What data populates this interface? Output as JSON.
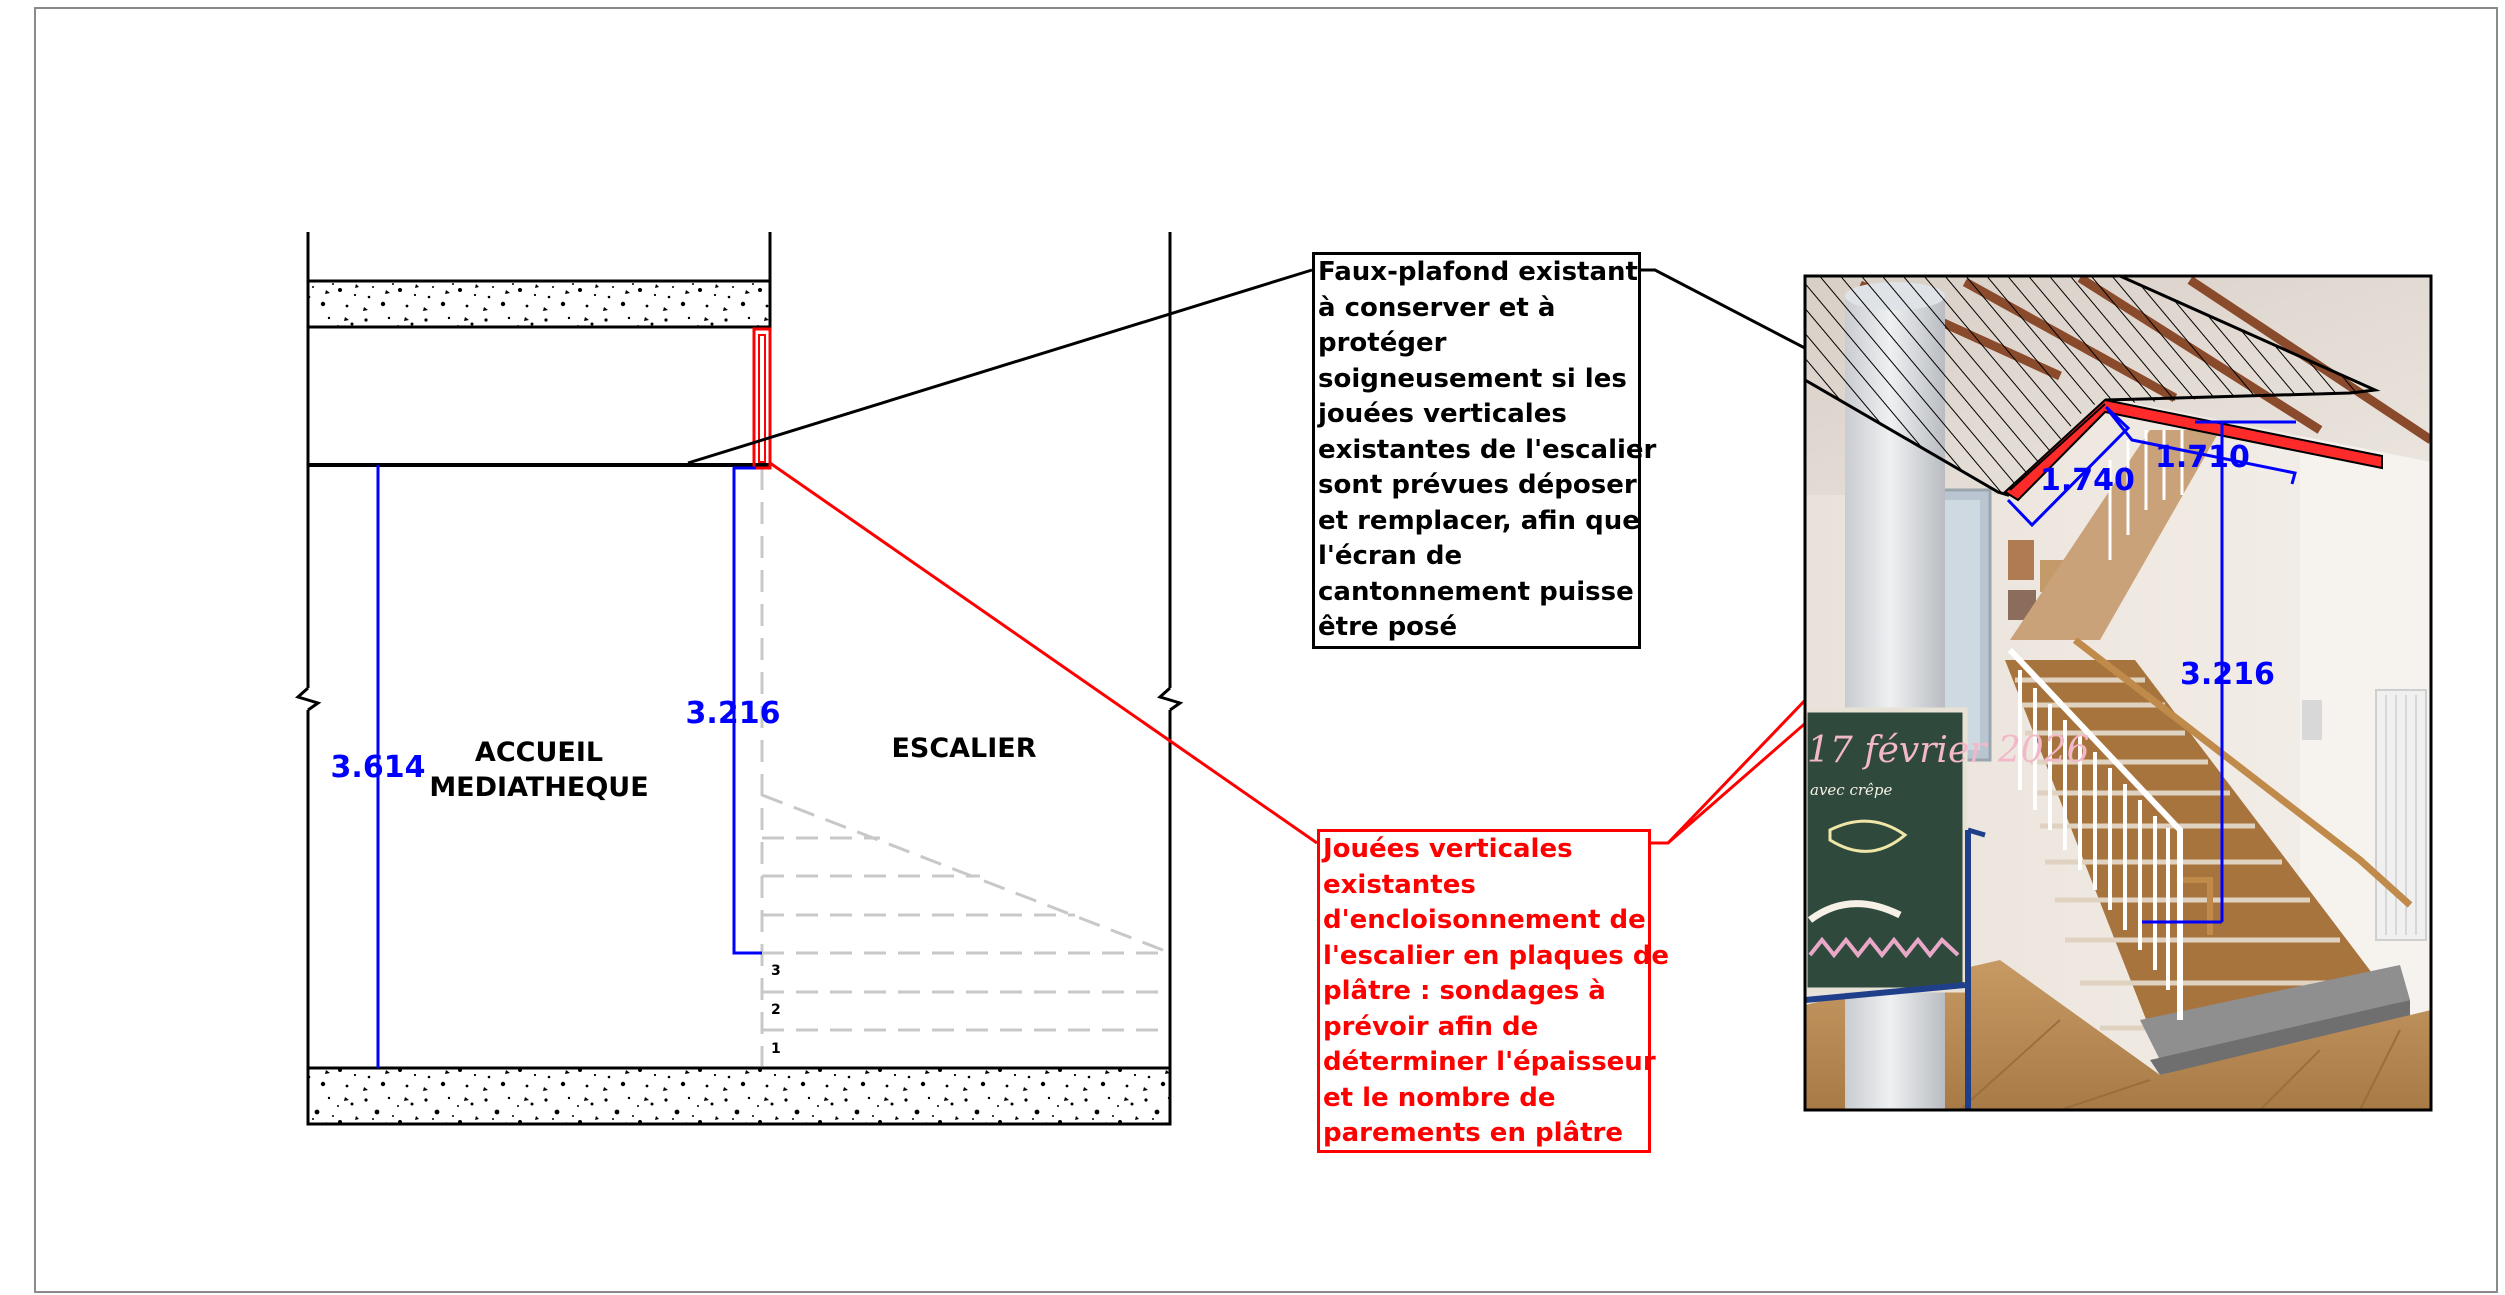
{
  "section": {
    "room_left": [
      "ACCUEIL",
      "MEDIATHEQUE"
    ],
    "room_right": "ESCALIER",
    "dim_room_height": "3.614",
    "dim_stair_height": "3.216",
    "step_numbers": [
      "3",
      "2",
      "1"
    ]
  },
  "notes": {
    "existing_ceiling": [
      "Faux-plafond existant",
      "à conserver et à",
      "protéger",
      "soigneusement si les",
      "jouées verticales",
      "existantes de l'escalier",
      "sont prévues déposer",
      "et remplacer, afin que",
      "l'écran de",
      "cantonnement puisse",
      "être posé"
    ],
    "vertical_cheeks": [
      "Jouées verticales",
      "existantes",
      "d'encloisonnement de",
      "l'escalier en plaques de",
      "plâtre : sondages à",
      "prévoir afin de",
      "déterminer l'épaisseur",
      "et le nombre de",
      "parements en plâtre"
    ]
  },
  "photo": {
    "dim_a": "1.740",
    "dim_b": "1.710",
    "dim_height": "3.216",
    "board_text_1": "17 février 2026",
    "board_text_2": "avec crêpe"
  },
  "colors": {
    "dimension": "#0000ff",
    "highlight": "#ff0000",
    "hidden_line": "#c8c8c8",
    "line": "#000000"
  }
}
